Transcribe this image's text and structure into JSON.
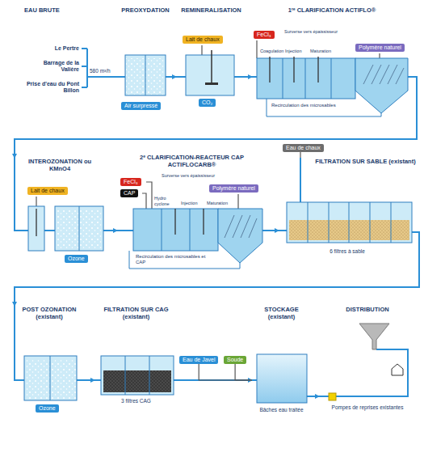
{
  "diagram": {
    "nodes": [
      {
        "text": [
          "PREOXYDATION"
        ]
      },
      {
        "text": [
          "Air surpressé"
        ],
        "in": 0
      },
      {
        "text": [
          "REMINERALISATION"
        ]
      },
      {
        "text": [
          "Lait de chaux"
        ],
        "in": 2
      },
      {
        "text": [
          "CO₂"
        ],
        "in": 2
      },
      {
        "text": [
          "1ʳᵉ CLARIFICATION ACTIFLO®"
        ]
      },
      {
        "text": [
          "FeCl₃"
        ],
        "in": 5
      },
      {
        "text": [
          "Polymère naturel"
        ],
        "in": 5
      },
      {
        "text": [
          "INTEROZONATION ou KMnO4"
        ]
      },
      {
        "text": [
          "Lait de chaux"
        ],
        "in": 8
      },
      {
        "text": [
          "Ozone"
        ],
        "in": 8
      },
      {
        "text": [
          "2ᵉ CLARIFICATION-REACTEUR CAP ACTIFLOCARB®"
        ]
      },
      {
        "text": [
          "FeCl₃"
        ],
        "in": 11
      },
      {
        "text": [
          "CAP"
        ],
        "in": 11
      },
      {
        "text": [
          "Polymère naturel"
        ],
        "in": 11
      },
      {
        "text": [
          "Eau de chaux"
        ]
      },
      {
        "text": [
          "FILTRATION SUR SABLE (existant)",
          "6 filtres à sable"
        ]
      },
      {
        "text": [
          "POST OZONATION (existant)"
        ]
      },
      {
        "text": [
          "Ozone"
        ],
        "in": 17
      },
      {
        "text": [
          "FILTRATION SUR CAG (existant)",
          "3 filtres CAG"
        ]
      },
      {
        "text": [
          "Eau de Javel"
        ]
      },
      {
        "text": [
          "Soude"
        ]
      },
      {
        "text": [
          "STOCKAGE (existant)",
          "Bâches eau traitée"
        ]
      },
      {
        "text": [
          "DISTRIBUTION",
          "Pompes de reprises existantes"
        ]
      }
    ],
    "edges": [
      {
        "from": 0,
        "to": 2,
        "arrow": "to"
      },
      {
        "from": 2,
        "to": 5,
        "arrow": "to"
      },
      {
        "from": 5,
        "to": 8,
        "arrow": "to"
      },
      {
        "from": 8,
        "to": 11,
        "arrow": "to"
      },
      {
        "from": 11,
        "to": 16,
        "arrow": "to"
      },
      {
        "from": 15,
        "to": 16,
        "arrow": "none"
      },
      {
        "from": 16,
        "to": 17,
        "arrow": "to"
      },
      {
        "from": 17,
        "to": 19,
        "arrow": "to"
      },
      {
        "from": 19,
        "to": 22,
        "arrow": "to"
      },
      {
        "from": 20,
        "to": 22,
        "arrow": "none"
      },
      {
        "from": 21,
        "to": 22,
        "arrow": "none"
      },
      {
        "from": 22,
        "to": 23,
        "arrow": "to"
      }
    ],
    "labels": [
      "EAU BRUTE",
      "Le Pertre",
      "Barrage de la Valière",
      "Prise d'eau du Pont Billon",
      "580 m³/h",
      "Surverse vers épaississeur",
      "Coagulation",
      "Injection",
      "Maturation",
      "Recirculation des microsables",
      "Surverse vers épaississeur",
      "Hydro cyclone",
      "Injection",
      "Maturation",
      "Recirculation des microsables et CAP"
    ]
  }
}
